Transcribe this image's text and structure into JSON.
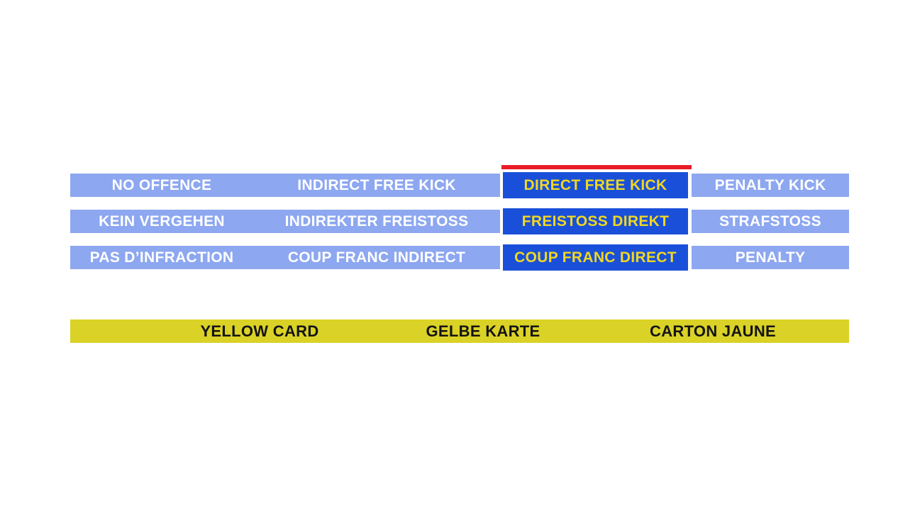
{
  "colors": {
    "light_blue": "#8da7f0",
    "dark_blue": "#1a50d9",
    "red": "#e81b27",
    "yellow_bar": "#dad226",
    "yellow_text": "#f0d722",
    "white_text": "#ffffff",
    "dark_text": "#141414"
  },
  "decision_table": {
    "selected_option": "DIRECT FREE KICK",
    "selection_indicator": "red-bar-above-selected-column",
    "rows": [
      {
        "language": "english",
        "cells": [
          "NO OFFENCE",
          "INDIRECT FREE KICK",
          "DIRECT FREE KICK",
          "PENALTY KICK"
        ]
      },
      {
        "language": "german",
        "cells": [
          "KEIN VERGEHEN",
          "INDIREKTER FREISTOSS",
          "FREISTOSS DIREKT",
          "STRAFSTOSS"
        ]
      },
      {
        "language": "french",
        "cells": [
          "PAS D’INFRACTION",
          "COUP FRANC INDIRECT",
          "COUP FRANC DIRECT",
          "PENALTY"
        ]
      }
    ]
  },
  "card_bar": {
    "labels": [
      "YELLOW CARD",
      "GELBE KARTE",
      "CARTON JAUNE"
    ]
  }
}
